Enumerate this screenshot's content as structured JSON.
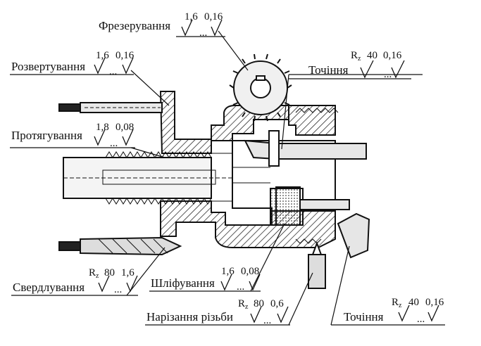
{
  "operations": [
    {
      "id": "milling",
      "name": "Фрезерування",
      "ra": "1,6",
      "sb": "0,16",
      "mid": "..."
    },
    {
      "id": "reaming",
      "name": "Розвертування",
      "ra": "1,6",
      "sb": "0,16",
      "mid": "..."
    },
    {
      "id": "turning-top",
      "name": "Точіння",
      "rz_prefix": "R",
      "rz_sub": "z",
      "ra": "40",
      "sb": "0,16",
      "mid": "..."
    },
    {
      "id": "broaching",
      "name": "Протягування",
      "ra": "1,8",
      "sb": "0,08",
      "mid": "..."
    },
    {
      "id": "drilling",
      "name": "Свердлування",
      "rz_prefix": "R",
      "rz_sub": "z",
      "ra": "80",
      "sb": "1,6",
      "mid": "..."
    },
    {
      "id": "grinding",
      "name": "Шліфування",
      "ra": "1,6",
      "sb": "0,08",
      "mid": "..."
    },
    {
      "id": "threading",
      "name": "Нарізання різьби",
      "rz_prefix": "R",
      "rz_sub": "z",
      "ra": "80",
      "sb": "0,6",
      "mid": "..."
    },
    {
      "id": "turning-bottom",
      "name": "Точіння",
      "rz_prefix": "R",
      "rz_sub": "z",
      "ra": "40",
      "sb": "0,16",
      "mid": "..."
    }
  ]
}
